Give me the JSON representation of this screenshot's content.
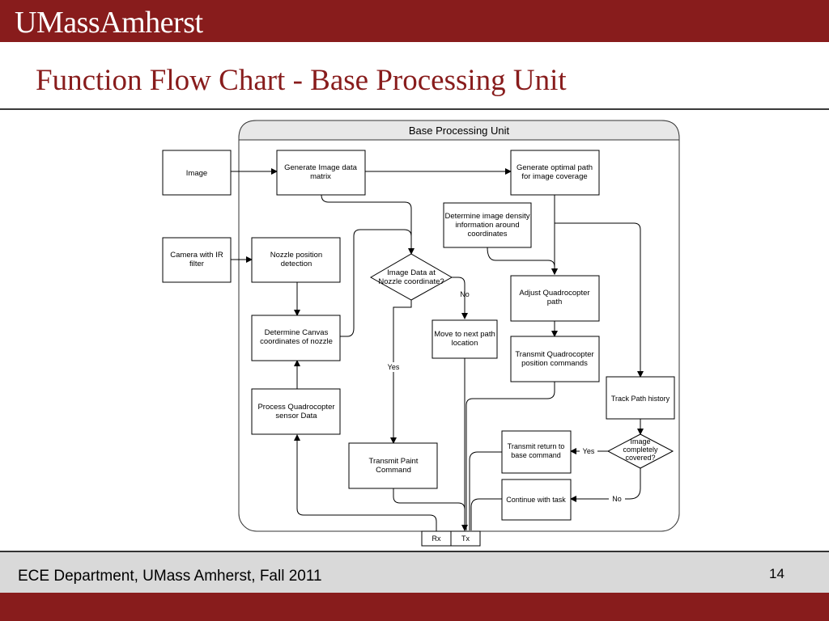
{
  "header": {
    "logo_text": "UMassAmherst",
    "title": "Function Flow Chart - Base Processing Unit"
  },
  "diagram": {
    "container_label": "Base Processing Unit",
    "nodes": {
      "image": [
        "Image"
      ],
      "camera": [
        "Camera with IR",
        "filter"
      ],
      "gen_matrix": [
        "Generate Image data",
        "matrix"
      ],
      "gen_path": [
        "Generate optimal path",
        "for image coverage"
      ],
      "density": [
        "Determine image density",
        "information around",
        "coordinates"
      ],
      "nozzle_detect": [
        "Nozzle position",
        "detection"
      ],
      "decision_nozzle": [
        "Image Data at",
        "Nozzle coordinate?"
      ],
      "adjust_path": [
        "Adjust Quadrocopter",
        "path"
      ],
      "canvas_coords": [
        "Determine Canvas",
        "coordinates of nozzle"
      ],
      "move_next": [
        "Move to next path",
        "location"
      ],
      "transmit_pos": [
        "Transmit Quadrocopter",
        "position commands"
      ],
      "track_history": [
        "Track Path history"
      ],
      "sensor_data": [
        "Process Quadrocopter",
        "sensor Data"
      ],
      "transmit_return": [
        "Transmit return to",
        "base command"
      ],
      "decision_covered": [
        "Image",
        "completely",
        "covered?"
      ],
      "paint_cmd": [
        "Transmit Paint",
        "Command"
      ],
      "continue_task": [
        "Continue with task"
      ],
      "rx": [
        "Rx"
      ],
      "tx": [
        "Tx"
      ]
    },
    "edge_labels": {
      "no_1": "No",
      "yes_1": "Yes",
      "yes_2": "Yes",
      "no_2": "No"
    }
  },
  "footer": {
    "text": "ECE Department, UMass Amherst, Fall 2011",
    "page": "14"
  }
}
